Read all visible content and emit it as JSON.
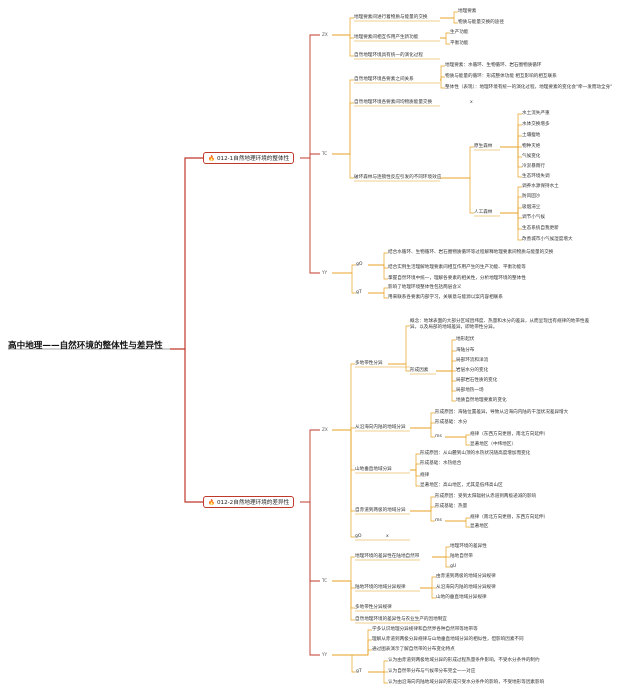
{
  "root": "高中地理——自然环境的整体性与差异性",
  "branch1": {
    "label": "012-1自然地理环境的整体性",
    "groups": [
      {
        "tag": "ZX",
        "items": [
          "地理要素间进行着物质与能量的交换",
          "地理要素间相互作用产生新功能",
          "自然地理环境具有统一的演化过程"
        ],
        "sub0": [
          "地理要素",
          "物质与能量交换的途径"
        ],
        "sub1": [
          "生产功能",
          "平衡功能"
        ]
      },
      {
        "tag": "TC",
        "items": [
          "自然地理环境各要素之间关系",
          "自然地理环境各要素间均物质能量交换",
          "破坏森林与连锁性反应引发的不同环境效应"
        ],
        "rel": [
          "地理要素：水循环、生物循环、岩石圈物质循环",
          "物质与能量的循环：形成整体功能 相互影响的相互联系",
          "整体性（表现）：地理环境有统一的演化过程，地理要素的变化会\"牵一发而动全身\""
        ],
        "x1": "x",
        "forest1": "原生森林",
        "forest1_items": [
          "水土流失严重",
          "水体交换增多",
          "土壤瘦地",
          "物种灭绝",
          "气候变化",
          "冷淤暴雨行",
          "生态环境失调"
        ],
        "forest2": "人工森林",
        "forest2_items": [
          "调养水源保持水土",
          "防风固沙",
          "吸烟滞尘",
          "调节小气候",
          "生态系统自我更新",
          "改善城市小气候湿度增大"
        ]
      },
      {
        "tag": "YY",
        "subA": "gO",
        "subA_items": [
          "结合水循环、生物循环、岩石圈物质循环等过程解释地理要素间物质与能量的交换",
          "结合实例生活理解地理要素间相互作用产生的生产功能、平衡功能等",
          "掌握自然环境中统一，理解各要素的相关性，分析地理环境的整体性"
        ],
        "subB": "gT",
        "subB_items": [
          "影响了地理环境整体性包括两层含义",
          "用来联系各要素内部学习，关联意与能源以案内容相联系"
        ]
      }
    ]
  },
  "branch2": {
    "label": "012-2自然地理环境的差异性",
    "groups": [
      {
        "tag": "ZX",
        "items": [
          "多地带性分异",
          "从赤道到两极的地域分异",
          "从沿海向内陆的地域分异",
          "山地垂直地域分异",
          "自赤道到两极的地域分异",
          "gO"
        ],
        "concept": "概念：地球表面的大部分区域因纬度、热量和水分的差异，从而呈现出有规律的地带性差异，以及局部的地域差异，即地带性分异。",
        "formation": "形成因素",
        "formation_items": [
          "地形起伏",
          "海陆分布",
          "局部环流和洋流",
          "岩层水分的变化",
          "局部岩石性质的变化",
          "局部地热一场",
          "地质自然地理要素的变化"
        ],
        "coast": [
          "形成原因：海陆位置差异，导致从沿海向内陆的干湿状况差异增大",
          "形成基础：水分"
        ],
        "coast_sub": [
          "规律（东西方向更替，南北方向延伸）",
          "显著地区（中纬地区）"
        ],
        "mountain": [
          "形成原因：从山麓到山顶的水热状况随高度增加而变化",
          "形成基础：水热组合",
          "规律",
          "显著地区：高山地区，尤其是低纬高山区"
        ],
        "equator": [
          "形成原因：受到太阳辐射从赤道到两极递减的影响",
          "形成基础：热量"
        ],
        "equator_sub": [
          "规律（南北方向更替，东西方向延伸）",
          "显著地区"
        ],
        "x2": "x"
      },
      {
        "tag": "TC",
        "items": [
          "地理环境的差异性在陆地自然带",
          "陆地环境的地域分异规律",
          "多地带性分异规律",
          "自然地理环境的差异性与农业生产的因地制宜"
        ],
        "natural_belt": [
          "地理环境的差异性",
          "陆地自然带",
          "gU"
        ],
        "rules": [
          "由赤道到两极的地域分异规律",
          "从沿海向内陆的地域分异规律",
          "山地的垂直地域分异规律"
        ]
      },
      {
        "tag": "YY",
        "items": [
          "学多认识地理分异规律和自然界各种自然带等地带等",
          "理解从赤道到两极分异规律与山地垂直地域分异的相似性，但影响因素不同",
          "通过图表演示了解自然带的分布变化特点"
        ],
        "subB": "gT",
        "subB_items": [
          "认为由赤道到两极地域分异的形成过程热量条件影响，不受水分条件的制约",
          "认为自然带分布与气候带分布完全一一对应",
          "认为由沿海向内陆地域分异的形成只受水分条件的影响，不受地形等因素影响"
        ]
      }
    ]
  }
}
